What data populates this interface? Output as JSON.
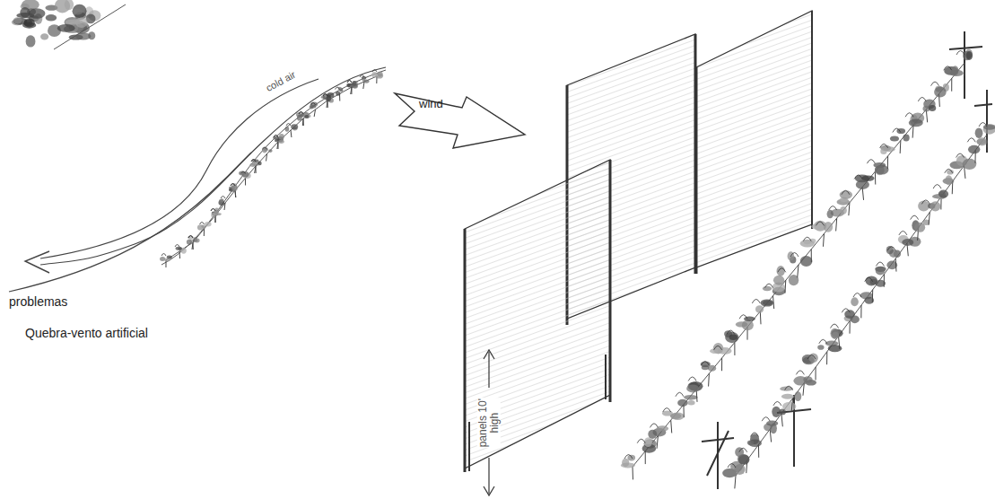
{
  "diagram": {
    "labels": [
      "cold air",
      "wind",
      "panels 10' high",
      "problemas",
      "Quebra-vento artificial"
    ]
  }
}
